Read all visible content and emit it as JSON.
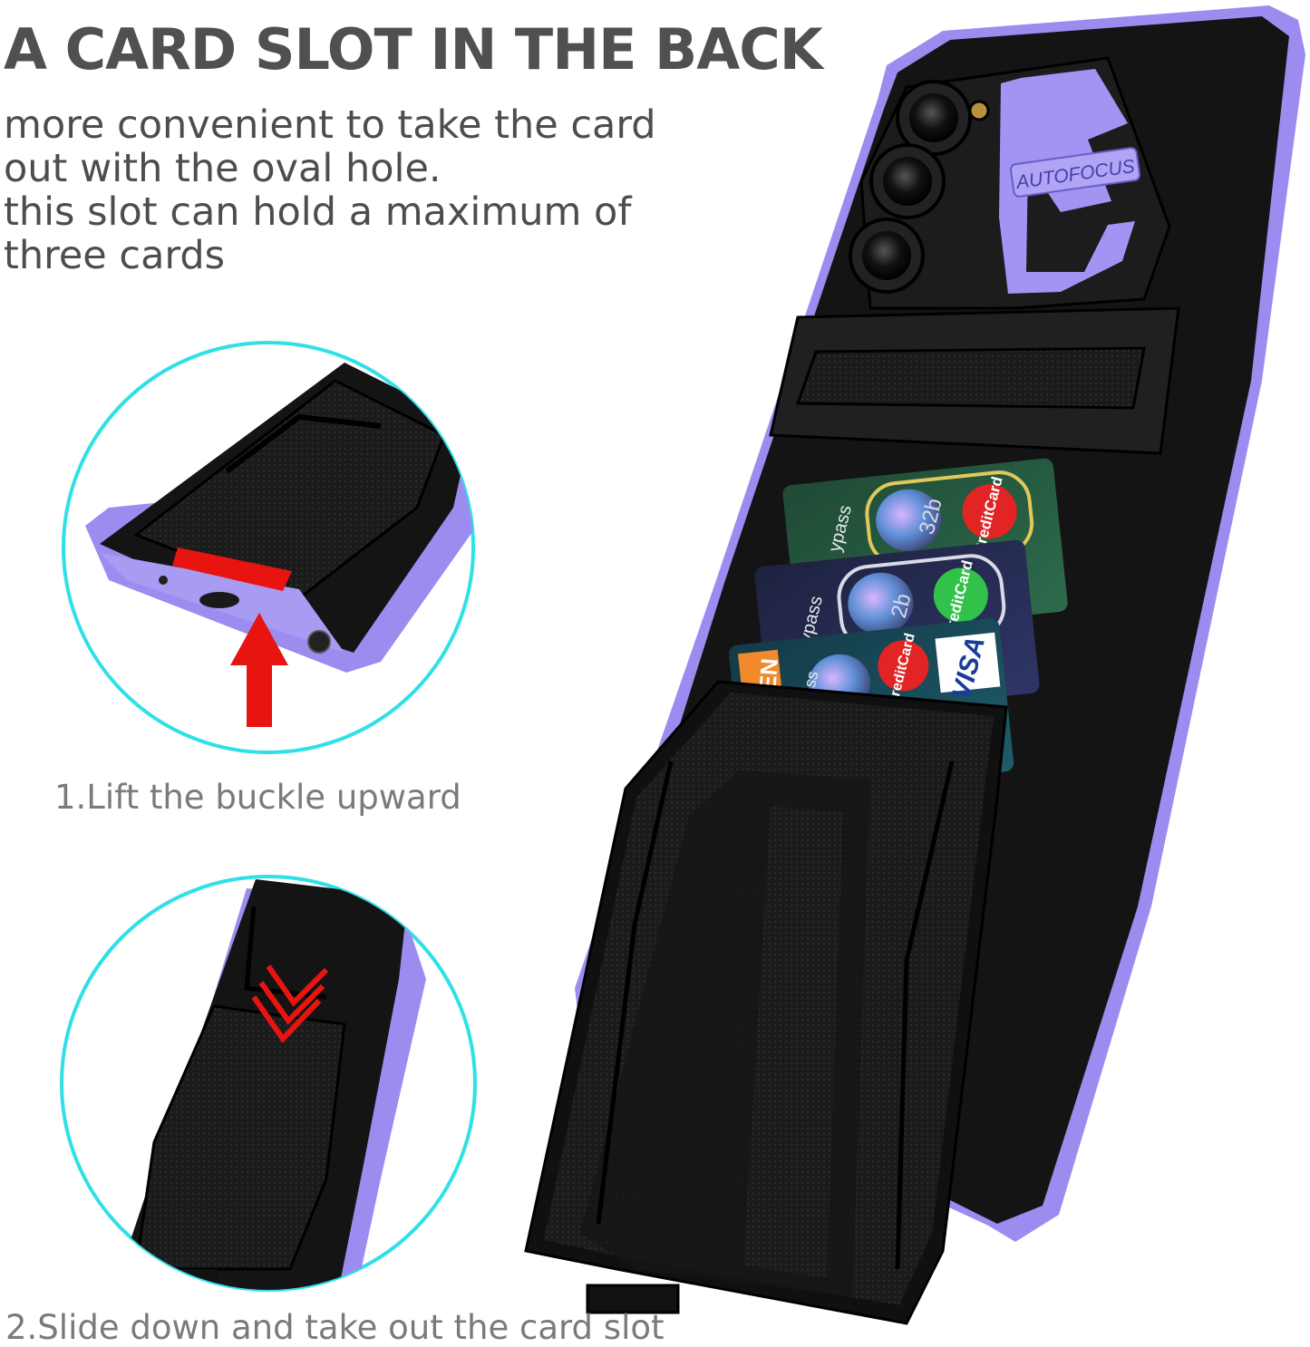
{
  "headline": "A CARD SLOT IN THE BACK",
  "description_lines": [
    "more convenient to take the card",
    "out with the oval hole.",
    "this slot can hold a maximum of",
    "three cards"
  ],
  "steps": [
    {
      "label": "1.Lift the buckle upward"
    },
    {
      "label": "2.Slide down and take out the card slot"
    }
  ],
  "phone": {
    "camera_badge": "AUTOFOCUS",
    "cards": [
      {
        "text": "CreditCard",
        "side_text": "ypass",
        "number": "32b"
      },
      {
        "text": "CreditCard",
        "side_text": "ypass",
        "number": "2b"
      },
      {
        "text": "CreditCard",
        "side_text": "ypass",
        "brand": "VISA",
        "tag": "GREN"
      }
    ]
  },
  "colors": {
    "accent_purple": "#9b8df0",
    "case_black": "#151515",
    "circle_outline": "#2fe0e6",
    "arrow_red": "#e8140f",
    "heading_gray": "#505050"
  }
}
